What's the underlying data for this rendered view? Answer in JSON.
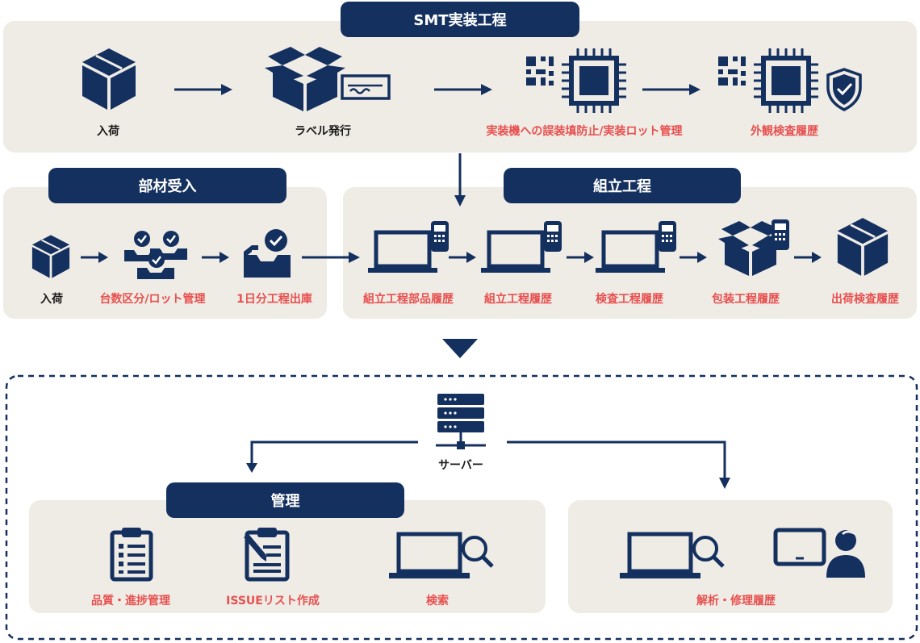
{
  "colors": {
    "navy": "#14305f",
    "panel": "#efebe5",
    "red": "#e8504e",
    "dark": "#1a1a1a"
  },
  "smt": {
    "title": "SMT実装工程",
    "steps": [
      {
        "label": "入荷",
        "icon": "box-icon"
      },
      {
        "label": "ラベル発行",
        "icon": "open-box-label-icon"
      },
      {
        "label": "実装機への誤装填防止/実装ロット管理",
        "icon": "qr-chip-icon"
      },
      {
        "label": "外観検査履歴",
        "icon": "qr-chip-shield-icon"
      }
    ]
  },
  "parts": {
    "title": "部材受入",
    "steps": [
      {
        "label": "入荷",
        "icon": "box-icon"
      },
      {
        "label": "台数区分/ロット管理",
        "icon": "trays-check-icon"
      },
      {
        "label": "1日分工程出庫",
        "icon": "tray-check-icon"
      }
    ]
  },
  "assembly": {
    "title": "組立工程",
    "steps": [
      {
        "label": "組立工程部品履歴",
        "icon": "laptop-scanner-icon"
      },
      {
        "label": "組立工程履歴",
        "icon": "laptop-scanner-icon"
      },
      {
        "label": "検査工程履歴",
        "icon": "laptop-scanner-icon"
      },
      {
        "label": "包装工程履歴",
        "icon": "open-box-scanner-icon"
      },
      {
        "label": "出荷検査履歴",
        "icon": "box-icon"
      }
    ]
  },
  "server": {
    "label": "サーバー",
    "icon": "server-icon"
  },
  "management": {
    "title": "管理",
    "items": [
      {
        "label": "品質・進捗管理",
        "icon": "checklist-icon"
      },
      {
        "label": "ISSUEリスト作成",
        "icon": "clipboard-pencil-icon"
      },
      {
        "label": "検索",
        "icon": "laptop-search-icon"
      }
    ]
  },
  "analysis": {
    "label": "解析・修理履歴",
    "icons": [
      "laptop-search-icon",
      "tablet-person-icon"
    ]
  }
}
